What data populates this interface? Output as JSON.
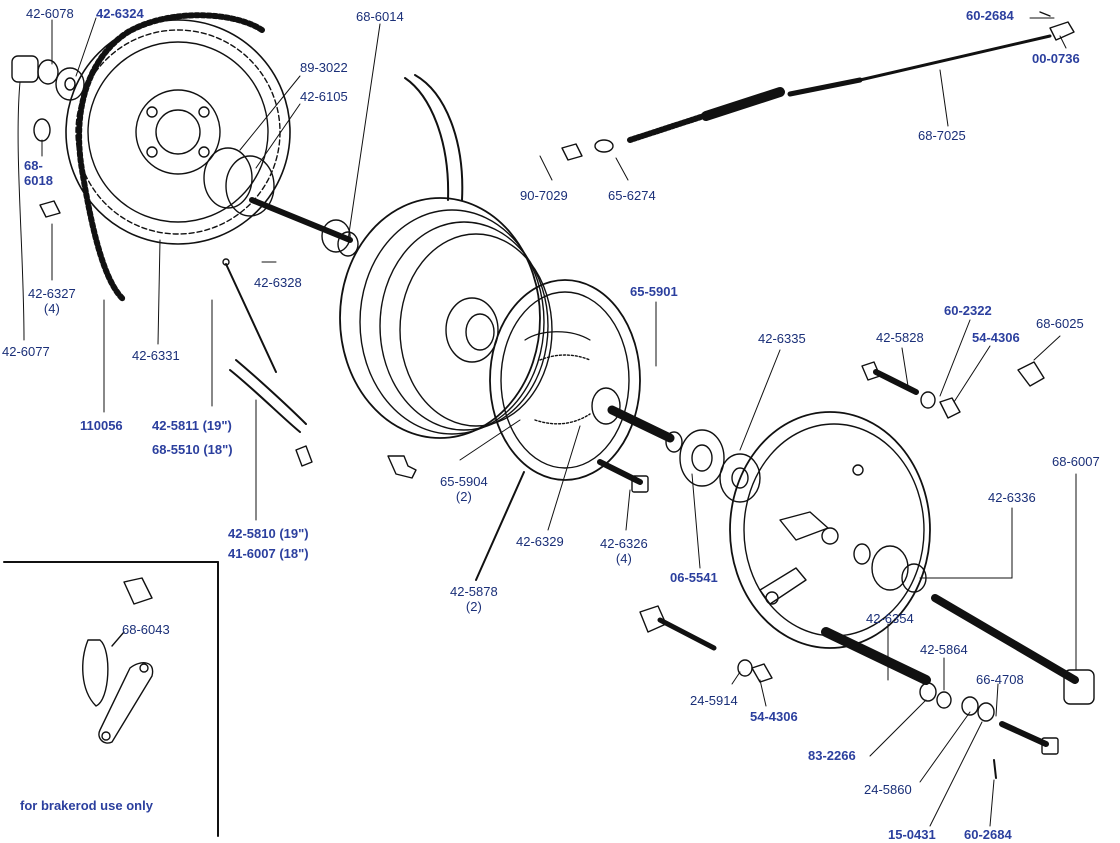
{
  "labels": [
    {
      "id": "l01",
      "text": "42-6078",
      "cls": "g"
    },
    {
      "id": "l02",
      "text": "42-6324",
      "cls": "b"
    },
    {
      "id": "l03",
      "text": "68-6014",
      "cls": "g"
    },
    {
      "id": "l04",
      "text": "89-3022",
      "cls": "g"
    },
    {
      "id": "l05",
      "text": "42-6105",
      "cls": "g"
    },
    {
      "id": "l06",
      "text": "68-",
      "cls": "b"
    },
    {
      "id": "l07",
      "text": "6018",
      "cls": "b"
    },
    {
      "id": "l08",
      "text": "42-6327",
      "cls": "g"
    },
    {
      "id": "l09",
      "text": "(4)",
      "cls": "g"
    },
    {
      "id": "l10",
      "text": "42-6077",
      "cls": "g"
    },
    {
      "id": "l11",
      "text": "42-6331",
      "cls": "g"
    },
    {
      "id": "l12",
      "text": "110056",
      "cls": "b"
    },
    {
      "id": "l13",
      "text": "42-6328",
      "cls": "g"
    },
    {
      "id": "l14",
      "text": "42-5811 (19\")",
      "cls": "b"
    },
    {
      "id": "l15",
      "text": "68-5510 (18\")",
      "cls": "b"
    },
    {
      "id": "l16",
      "text": "42-5810 (19\")",
      "cls": "b"
    },
    {
      "id": "l17",
      "text": "41-6007 (18\")",
      "cls": "b"
    },
    {
      "id": "l18",
      "text": "60-2684",
      "cls": "b"
    },
    {
      "id": "l19",
      "text": "00-0736",
      "cls": "b"
    },
    {
      "id": "l20",
      "text": "68-7025",
      "cls": "g"
    },
    {
      "id": "l21",
      "text": "90-7029",
      "cls": "g"
    },
    {
      "id": "l22",
      "text": "65-6274",
      "cls": "g"
    },
    {
      "id": "l23",
      "text": "65-5901",
      "cls": "b"
    },
    {
      "id": "l24",
      "text": "42-6335",
      "cls": "g"
    },
    {
      "id": "l25",
      "text": "60-2322",
      "cls": "b"
    },
    {
      "id": "l26",
      "text": "42-5828",
      "cls": "g"
    },
    {
      "id": "l27",
      "text": "54-4306",
      "cls": "b"
    },
    {
      "id": "l28",
      "text": "68-6025",
      "cls": "g"
    },
    {
      "id": "l29",
      "text": "65-5904",
      "cls": "g"
    },
    {
      "id": "l30",
      "text": "(2)",
      "cls": "g"
    },
    {
      "id": "l31",
      "text": "42-6329",
      "cls": "g"
    },
    {
      "id": "l32",
      "text": "42-6326",
      "cls": "g"
    },
    {
      "id": "l33",
      "text": "(4)",
      "cls": "g"
    },
    {
      "id": "l34",
      "text": "06-5541",
      "cls": "b"
    },
    {
      "id": "l35",
      "text": "42-5878",
      "cls": "g"
    },
    {
      "id": "l36",
      "text": "(2)",
      "cls": "g"
    },
    {
      "id": "l37",
      "text": "68-6007",
      "cls": "g"
    },
    {
      "id": "l38",
      "text": "42-6336",
      "cls": "g"
    },
    {
      "id": "l39",
      "text": "42-6354",
      "cls": "g"
    },
    {
      "id": "l40",
      "text": "42-5864",
      "cls": "g"
    },
    {
      "id": "l41",
      "text": "66-4708",
      "cls": "g"
    },
    {
      "id": "l42",
      "text": "24-5914",
      "cls": "g"
    },
    {
      "id": "l43",
      "text": "54-4306",
      "cls": "b"
    },
    {
      "id": "l44",
      "text": "83-2266",
      "cls": "b"
    },
    {
      "id": "l45",
      "text": "24-5860",
      "cls": "g"
    },
    {
      "id": "l46",
      "text": "15-0431",
      "cls": "b"
    },
    {
      "id": "l47",
      "text": "60-2684",
      "cls": "b"
    },
    {
      "id": "l48",
      "text": "68-6043",
      "cls": "g"
    }
  ],
  "inset": {
    "note": "for brakerod use only"
  },
  "colors": {
    "label_blue": "#2b3f9e",
    "line_art": "#111111"
  }
}
